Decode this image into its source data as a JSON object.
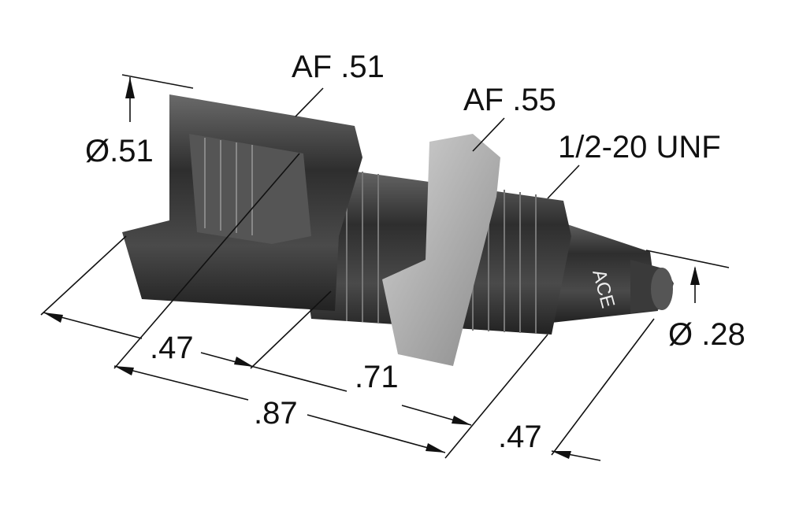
{
  "labels": {
    "af_cap": "AF .51",
    "af_nut": "AF .55",
    "thread": "1/2-20 UNF",
    "dia_cap": "Ø.51",
    "dia_rod": "Ø .28",
    "len_cap": ".47",
    "len_thread": ".71",
    "len_total": ".87",
    "len_rod": ".47"
  },
  "logo": "ACE",
  "colors": {
    "body": "#3c3c3c",
    "nut": "#b9b9b9",
    "lines": "#111111"
  }
}
